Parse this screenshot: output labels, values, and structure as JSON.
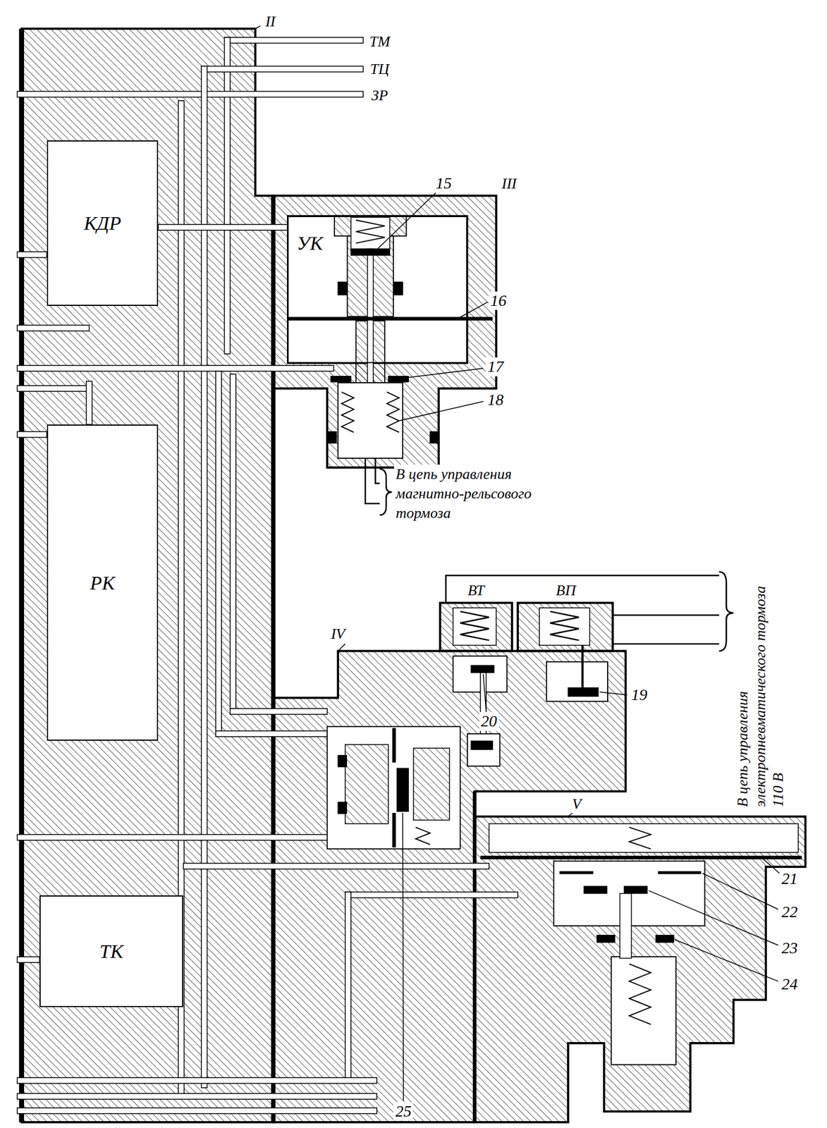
{
  "diagram": {
    "nodes": [
      {
        "text": [
          "КДР"
        ]
      },
      {
        "text": [
          "УК"
        ]
      },
      {
        "text": [
          "РК"
        ]
      },
      {
        "text": [
          "ТК"
        ]
      }
    ],
    "labels": [
      "II",
      "ТМ",
      "ТЦ",
      "ЗР",
      "15",
      "III",
      "16",
      "17",
      "18",
      "В цепь управления магнитно-рельсового тормоза",
      "ВТ",
      "ВП",
      "IV",
      "19",
      "В цепь управления электропневматического тормоза 110 В",
      "20",
      "V",
      "21",
      "22",
      "23",
      "24",
      "25"
    ]
  }
}
